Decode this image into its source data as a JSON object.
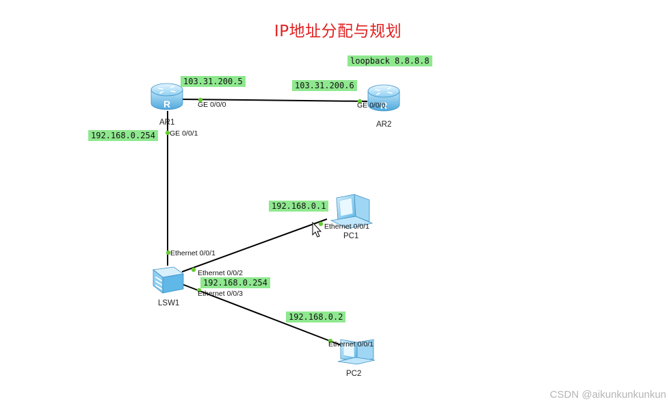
{
  "title": "IP地址分配与规划",
  "devices": {
    "ar1": "AR1",
    "ar2": "AR2",
    "lsw1": "LSW1",
    "pc1": "PC1",
    "pc2": "PC2"
  },
  "ports": {
    "ar1_ge000": "GE 0/0/0",
    "ar1_ge001": "GE 0/0/1",
    "ar2_ge000": "GE 0/0/0",
    "lsw1_eth001": "Ethernet 0/0/1",
    "lsw1_eth002": "Ethernet 0/0/2",
    "lsw1_eth003": "Ethernet 0/0/3",
    "pc1_eth001": "Ethernet 0/0/1",
    "pc2_eth001": "Ethernet 0/0/1"
  },
  "ip_labels": {
    "ar1_wan": "103.31.200.5",
    "ar2_wan": "103.31.200.6",
    "ar2_loopback": "loopback 8.8.8.8",
    "ar1_lan": "192.168.0.254",
    "lsw1_mgmt": "192.168.0.254",
    "pc1": "192.168.0.1",
    "pc2": "192.168.0.2"
  },
  "colors": {
    "title": "#e02020",
    "ip_label_bg": "#8fe88f",
    "port_dot": "#66cc33",
    "link": "#000000",
    "device_blue": "#5fb8e8"
  },
  "watermark": "CSDN @aikunkunkunkun"
}
